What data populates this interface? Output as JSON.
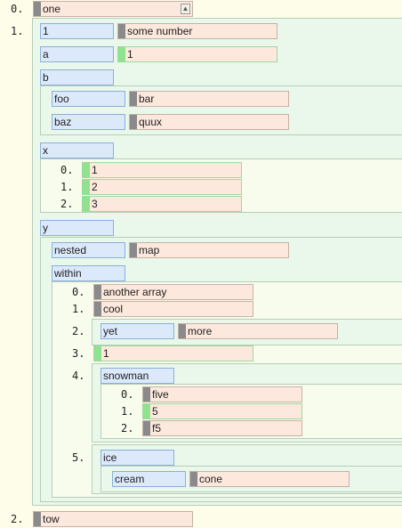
{
  "rows": {
    "r0": {
      "index": "0.",
      "value": "one"
    },
    "r1": {
      "index": "1."
    },
    "r2": {
      "index": "2.",
      "value": "tow"
    }
  },
  "obj": {
    "k1": {
      "key": "1",
      "value": "some number"
    },
    "a": {
      "key": "a",
      "value": "1"
    },
    "b": {
      "key": "b",
      "foo": {
        "key": "foo",
        "value": "bar"
      },
      "baz": {
        "key": "baz",
        "value": "quux"
      }
    },
    "x": {
      "key": "x",
      "items": [
        {
          "index": "0.",
          "value": "1"
        },
        {
          "index": "1.",
          "value": "2"
        },
        {
          "index": "2.",
          "value": "3"
        }
      ]
    },
    "y": {
      "key": "y",
      "nested": {
        "key": "nested",
        "value": "map"
      },
      "within": {
        "key": "within",
        "i0": {
          "index": "0.",
          "value": "another array"
        },
        "i1": {
          "index": "1.",
          "value": "cool"
        },
        "i2": {
          "index": "2.",
          "key": "yet",
          "value": "more"
        },
        "i3": {
          "index": "3.",
          "value": "1"
        },
        "i4": {
          "index": "4.",
          "key": "snowman",
          "items": [
            {
              "index": "0.",
              "value": "five"
            },
            {
              "index": "1.",
              "value": "5"
            },
            {
              "index": "2.",
              "value": "f5"
            }
          ]
        },
        "i5": {
          "index": "5.",
          "key": "ice",
          "cream": {
            "key": "cream",
            "value": "cone"
          }
        }
      }
    }
  },
  "icons": {
    "expand": "up-arrow-box-icon"
  },
  "colors": {
    "background": "#fefde9",
    "key": "#dbe9fb",
    "string_value": "#fce8dc",
    "number_handle": "#8fe38f",
    "string_handle": "#8a8a8a"
  }
}
